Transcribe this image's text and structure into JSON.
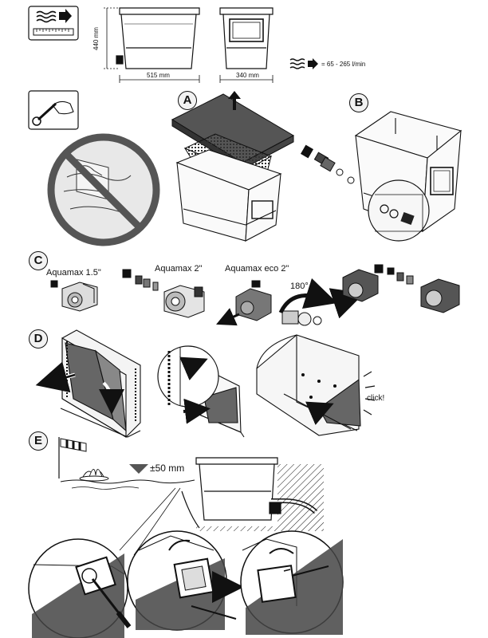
{
  "header": {
    "dim_height": "440 mm",
    "dim_width_front": "515 mm",
    "dim_width_side": "340 mm",
    "flow_rate": "= 65 - 265 l/min"
  },
  "steps": {
    "a": "A",
    "b": "B",
    "c": "C",
    "d": "D",
    "e": "E"
  },
  "step_c": {
    "pump_1": "Aquamax 1.5\"",
    "pump_2": "Aquamax 2\"",
    "pump_3": "Aquamax eco 2\"",
    "rotation": "180°"
  },
  "step_d": {
    "click": "click!"
  },
  "step_e": {
    "water_level": "±50 mm"
  },
  "icons": [
    "flow-icon",
    "ruler-icon",
    "wrench-hand-icon",
    "prohibited-icon",
    "windsock-icon",
    "water-lily-icon"
  ]
}
